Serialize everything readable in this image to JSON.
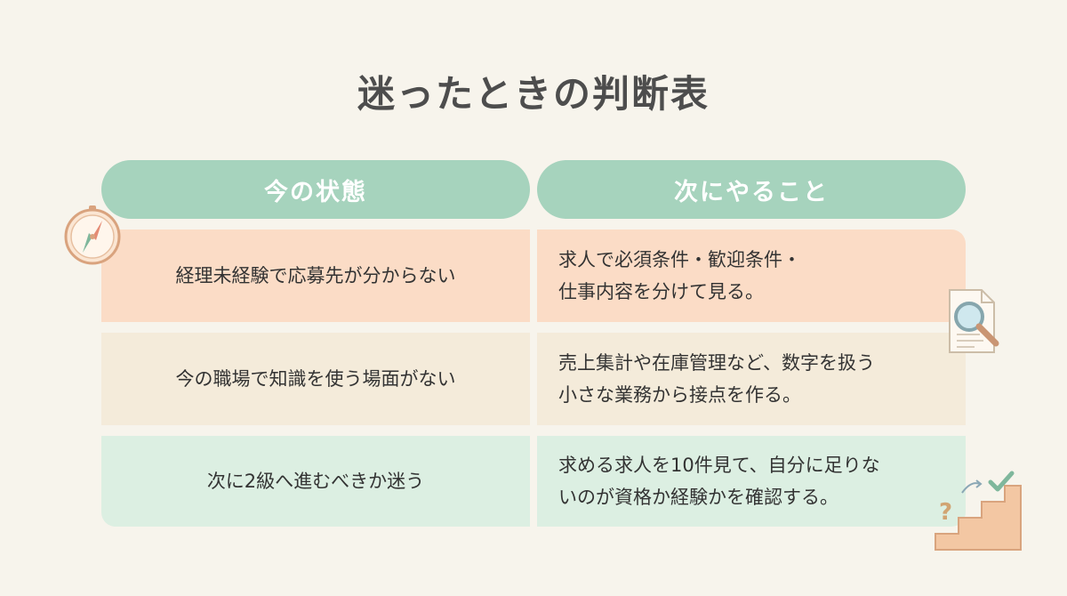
{
  "title": "迷ったときの判断表",
  "headers": {
    "left": "今の状態",
    "right": "次にやること"
  },
  "rows": [
    {
      "state": "経理未経験で応募先が分からない",
      "action": "求人で必須条件・歓迎条件・\n仕事内容を分けて見る。"
    },
    {
      "state": "今の職場で知識を使う場面がない",
      "action": "売上集計や在庫管理など、数字を扱う\n小さな業務から接点を作る。"
    },
    {
      "state": "次に2級へ進むべきか迷う",
      "action": "求める求人を10件見て、自分に足りな\nいのが資格か経験かを確認する。"
    }
  ],
  "icons": {
    "compass": "compass-icon",
    "search_document": "magnifier-document-icon",
    "stairs": "stairs-question-check-icon"
  },
  "colors": {
    "background": "#f7f4ec",
    "header": "#a6d3bd",
    "row1": "#fbdcc6",
    "row2": "#f4ebda",
    "row3": "#dcefe2"
  }
}
